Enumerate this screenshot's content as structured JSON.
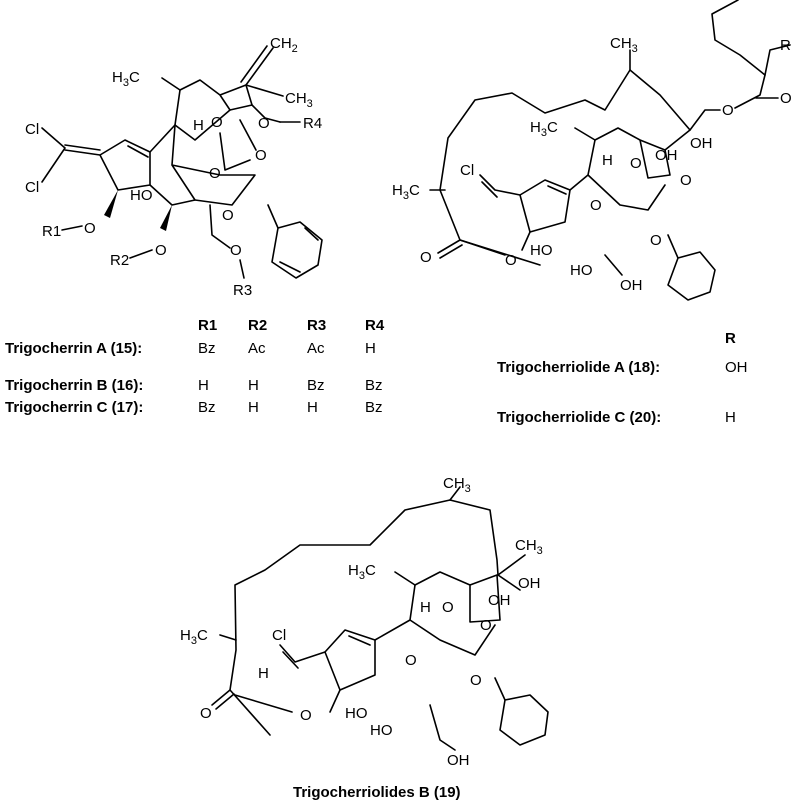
{
  "compounds_a": {
    "header": {
      "r1": "R1",
      "r2": "R2",
      "r3": "R3",
      "r4": "R4"
    },
    "rows": [
      {
        "name": "Trigocherrin A (15):",
        "r1": "Bz",
        "r2": "Ac",
        "r3": "Ac",
        "r4": "H"
      },
      {
        "name": "Trigocherrin B (16):",
        "r1": "H",
        "r2": "H",
        "r3": "Bz",
        "r4": "Bz"
      },
      {
        "name": "Trigocherrin C (17):",
        "r1": "Bz",
        "r2": "H",
        "r3": "H",
        "r4": "Bz"
      }
    ]
  },
  "compounds_b": {
    "header": "R",
    "rows": [
      {
        "name": "Trigocherriolide A (18):",
        "r": "OH"
      },
      {
        "name": "Trigocherriolide C (20):",
        "r": "H"
      }
    ]
  },
  "compound_19": {
    "name": "Trigocherriolides B (19)"
  },
  "structure_labels": {
    "cl": "Cl",
    "ho": "HO",
    "oh": "OH",
    "o": "O",
    "h": "H",
    "ch": "CH",
    "h3c": "H",
    "c": "C",
    "sub2": "2",
    "sub3": "3",
    "r": "R",
    "r1": "R1",
    "r2": "R2",
    "r3": "R3",
    "r4": "R4"
  }
}
